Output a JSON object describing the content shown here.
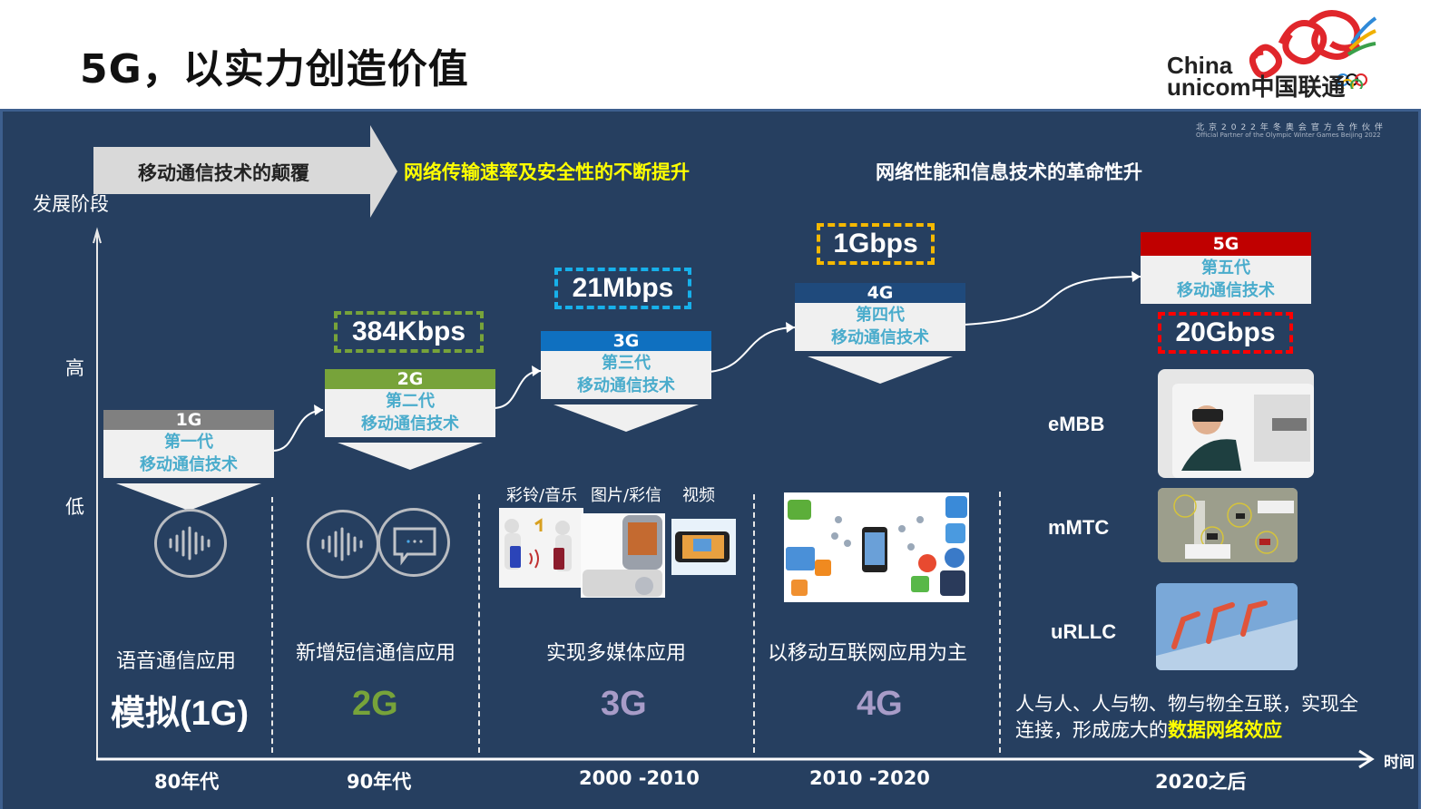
{
  "title": "5G，以实力创造价值",
  "logo": {
    "line1": "China",
    "line2": "unicom中国联通",
    "partner_cn": "北京2022年冬奥会官方合作伙伴",
    "partner_en": "Official Partner of the Olympic Winter Games Beijing 2022"
  },
  "banner": {
    "arrow_label": "移动通信技术的颠覆",
    "mid_label": "网络传输速率及安全性的不断提升",
    "right_label": "网络性能和信息技术的革命性升"
  },
  "axis": {
    "y_title": "发展阶段",
    "y_high": "高",
    "y_low": "低",
    "x_title": "时间"
  },
  "generations": [
    {
      "code": "1G",
      "line1": "第一代",
      "line2": "移动通信技术",
      "color": "#808080",
      "speed": "",
      "app": "语音通信应用",
      "big": "模拟(1G)",
      "big_color": "#ffffff",
      "era": "80年代"
    },
    {
      "code": "2G",
      "line1": "第二代",
      "line2": "移动通信技术",
      "color": "#77a33a",
      "speed": "384Kbps",
      "speed_border": "#77a33a",
      "app": "新增短信通信应用",
      "big": "2G",
      "big_color": "#77a33a",
      "era": "90年代"
    },
    {
      "code": "3G",
      "line1": "第三代",
      "line2": "移动通信技术",
      "color": "#0f70c0",
      "speed": "21Mbps",
      "speed_border": "#17b0ea",
      "app": "实现多媒体应用",
      "big": "3G",
      "big_color": "#a89cc8",
      "era": "2000 -2010"
    },
    {
      "code": "4G",
      "line1": "第四代",
      "line2": "移动通信技术",
      "color": "#1f4a7c",
      "speed": "1Gbps",
      "speed_border": "#f5b800",
      "app": "以移动互联网应用为主",
      "big": "4G",
      "big_color": "#a89cc8",
      "era": "2010 -2020"
    },
    {
      "code": "5G",
      "line1": "第五代",
      "line2": "移动通信技术",
      "color": "#c00000",
      "speed": "20Gbps",
      "speed_border": "#ff0000",
      "app": "",
      "big": "",
      "era": "2020之后"
    }
  ],
  "media_labels": [
    "彩铃/音乐",
    "图片/彩信",
    "视频"
  ],
  "use_cases": [
    "eMBB",
    "mMTC",
    "uRLLC"
  ],
  "summary": {
    "text": "人与人、人与物、物与物全互联，实现全连接，形成庞大的",
    "highlight": "数据网络效应"
  },
  "colors": {
    "panel_bg": "#263f60",
    "yellow": "#ffff00",
    "card_text": "#4aaccc"
  }
}
